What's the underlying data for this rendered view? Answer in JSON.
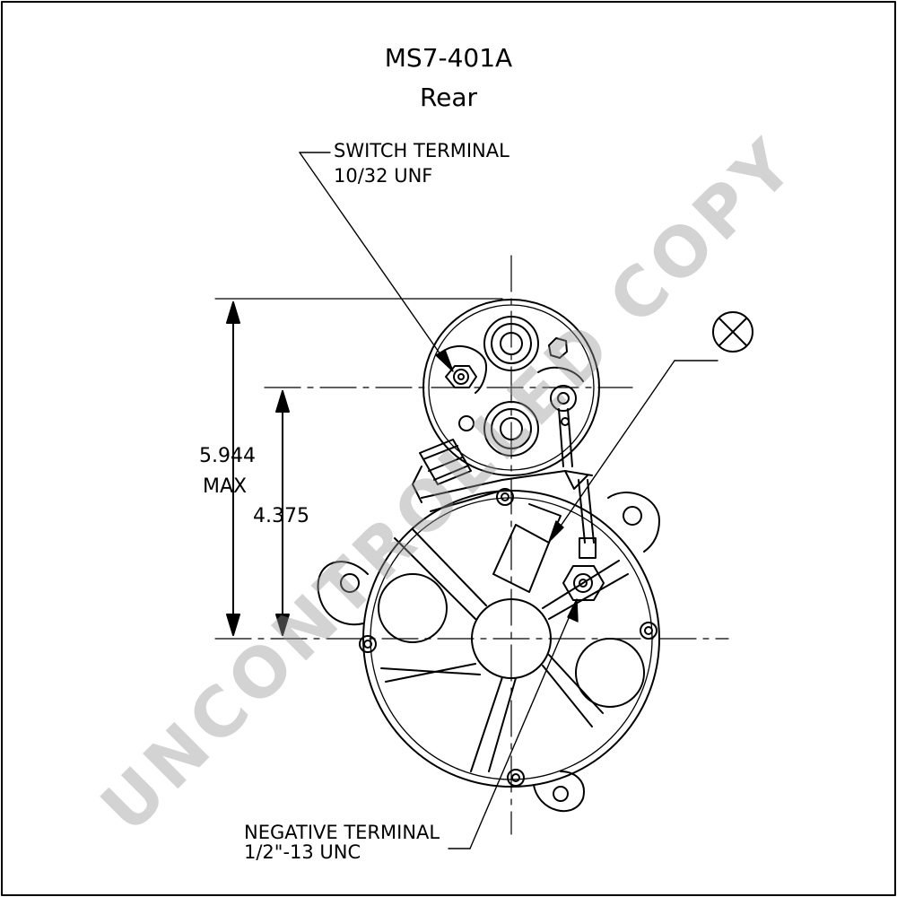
{
  "drawing": {
    "title": "MS7-401A",
    "view": "Rear",
    "switch_terminal": {
      "name": "SWITCH TERMINAL",
      "thread": "10/32 UNF"
    },
    "negative_terminal": {
      "name": "NEGATIVE TERMINAL",
      "thread": "1/2\"-13 UNC"
    },
    "dimension_max": {
      "value": "5.944",
      "qualifier": "MAX"
    },
    "dimension_center": {
      "value": "4.375"
    },
    "watermark": "UNCONTROLLED COPY"
  }
}
